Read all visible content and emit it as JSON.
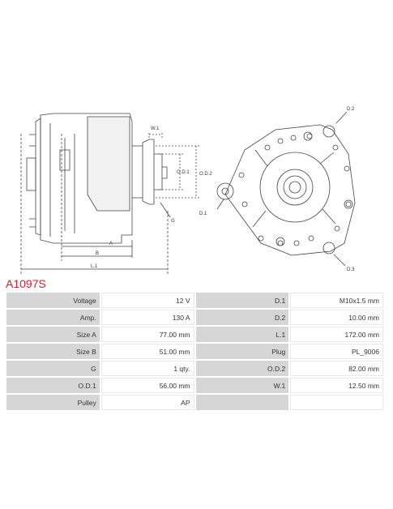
{
  "part_number": "A1097S",
  "drawing_labels": {
    "w1": "W.1",
    "od1": "O.D.1",
    "od2": "O.D.2",
    "g": "G",
    "a": "A",
    "b": "B",
    "l1": "L.1",
    "d1": "D.1",
    "d2": "D.2",
    "d3": "D.3"
  },
  "specs": [
    {
      "label1": "Voltage",
      "value1": "12 V",
      "label2": "D.1",
      "value2": "M10x1.5 mm"
    },
    {
      "label1": "Amp.",
      "value1": "130 A",
      "label2": "D.2",
      "value2": "10.00 mm"
    },
    {
      "label1": "Size A",
      "value1": "77.00 mm",
      "label2": "L.1",
      "value2": "172.00 mm"
    },
    {
      "label1": "Size B",
      "value1": "51.00 mm",
      "label2": "Plug",
      "value2": "PL_9006"
    },
    {
      "label1": "G",
      "value1": "1 qty.",
      "label2": "O.D.2",
      "value2": "82.00 mm"
    },
    {
      "label1": "O.D.1",
      "value1": "56.00 mm",
      "label2": "W.1",
      "value2": "12.50 mm"
    },
    {
      "label1": "Pulley",
      "value1": "AP",
      "label2": "",
      "value2": ""
    }
  ]
}
